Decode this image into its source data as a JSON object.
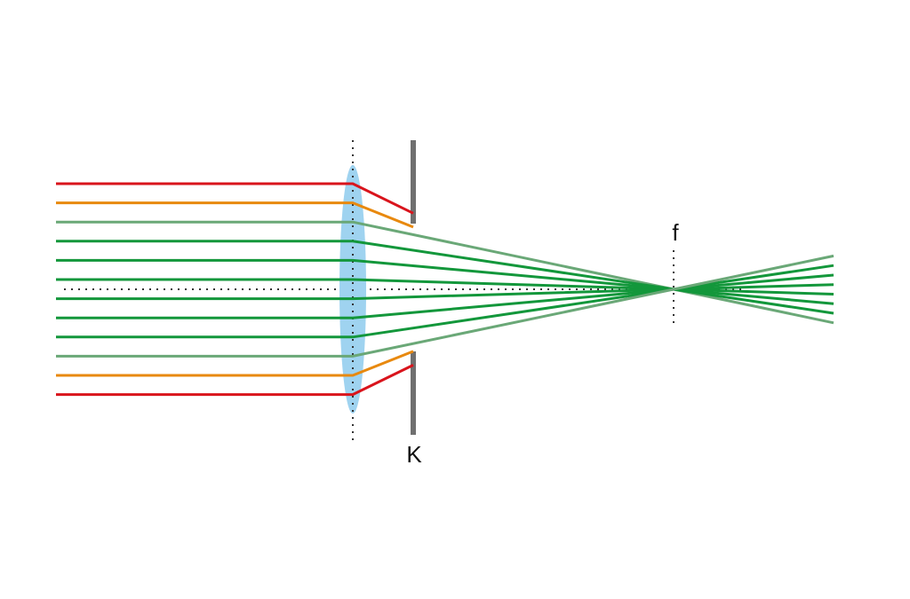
{
  "labels": {
    "stop": "K",
    "focus": "f"
  },
  "colors": {
    "background": "#ffffff",
    "lens": "#9fd3f0",
    "stop": "#707070",
    "axis": "#333333",
    "ray_red": "#d9141c",
    "ray_orange": "#e8890f",
    "ray_pale_green": "#6aa877",
    "ray_green": "#13973b"
  },
  "rays": [
    {
      "color": "ray_red",
      "passes": false
    },
    {
      "color": "ray_orange",
      "passes": false
    },
    {
      "color": "ray_pale_green",
      "passes": true
    },
    {
      "color": "ray_green",
      "passes": true
    },
    {
      "color": "ray_green",
      "passes": true
    },
    {
      "color": "ray_green",
      "passes": true
    },
    {
      "color": "ray_green",
      "passes": true
    },
    {
      "color": "ray_green",
      "passes": true
    },
    {
      "color": "ray_green",
      "passes": true
    },
    {
      "color": "ray_pale_green",
      "passes": true
    },
    {
      "color": "ray_orange",
      "passes": false
    },
    {
      "color": "ray_red",
      "passes": false
    }
  ]
}
